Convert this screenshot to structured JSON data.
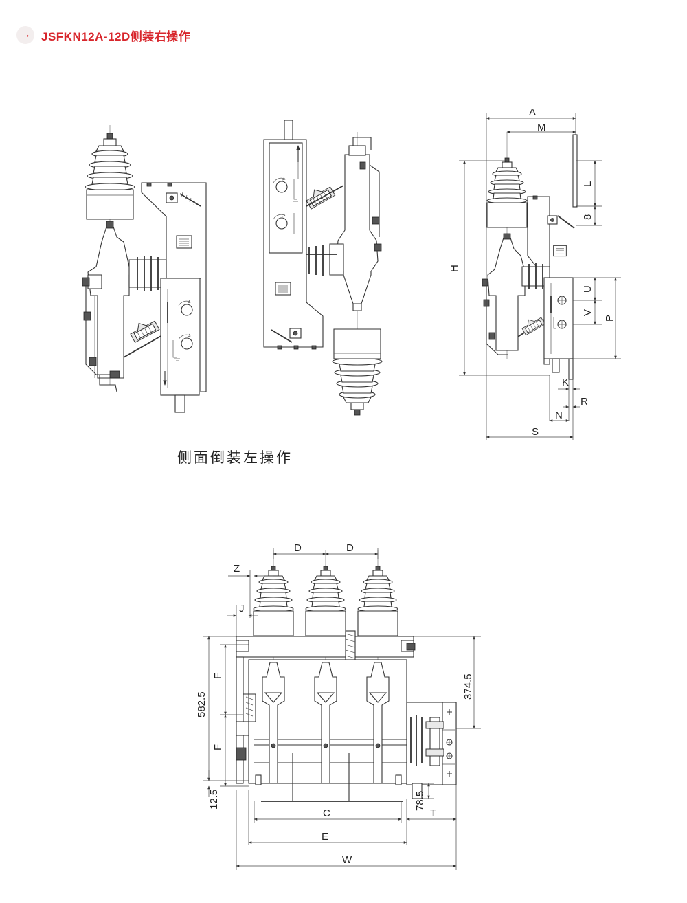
{
  "header": {
    "arrow_icon": "arrow-right-icon",
    "title": "JSFKN12A-12D侧装右操作",
    "accent": "#d8262c"
  },
  "caption_middle": "侧面倒装左操作",
  "side_view_labels": {
    "A": "A",
    "M": "M",
    "L": "L",
    "dim_8": "8",
    "H": "H",
    "U": "U",
    "V": "V",
    "P": "P",
    "K": "K",
    "R": "R",
    "N": "N",
    "S": "S"
  },
  "front_view_labels": {
    "D1": "D",
    "D2": "D",
    "Z": "Z",
    "J": "J",
    "F1": "F",
    "F2": "F",
    "dim_582_5": "582.5",
    "dim_374_5": "374.5",
    "dim_12_5": "12.5",
    "dim_78_5": "78.5",
    "C": "C",
    "T": "T",
    "E": "E",
    "W": "W"
  }
}
